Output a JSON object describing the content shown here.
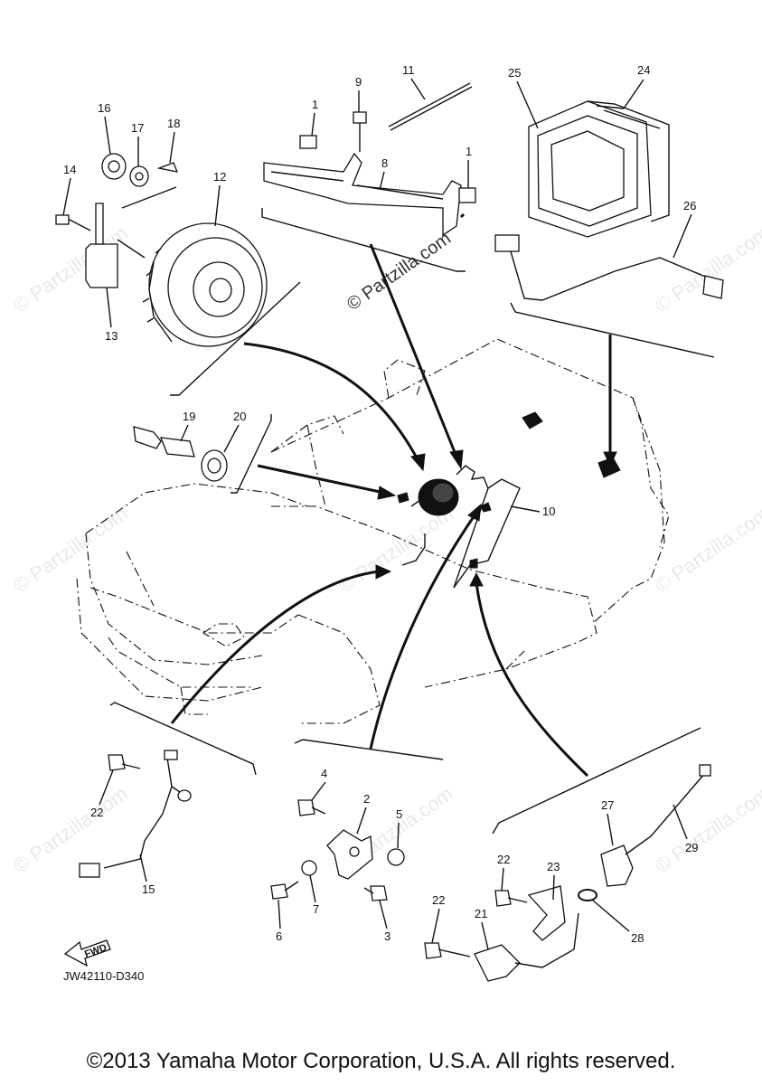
{
  "diagram_code": "JW42110-D340",
  "copyright": "©2013 Yamaha Motor Corporation, U.S.A. All rights reserved.",
  "watermark": "© Partzilla.com",
  "fwd_label": "FWD",
  "callouts": {
    "c1a": "1",
    "c1b": "1",
    "c2": "2",
    "c3": "3",
    "c4": "4",
    "c5": "5",
    "c6": "6",
    "c7": "7",
    "c8": "8",
    "c9": "9",
    "c10": "10",
    "c11": "11",
    "c12": "12",
    "c13": "13",
    "c14": "14",
    "c15": "15",
    "c16": "16",
    "c17": "17",
    "c18": "18",
    "c19": "19",
    "c20": "20",
    "c21": "21",
    "c22a": "22",
    "c22b": "22",
    "c22c": "22",
    "c23": "23",
    "c24": "24",
    "c25": "25",
    "c26": "26",
    "c27": "27",
    "c28": "28",
    "c29": "29"
  }
}
